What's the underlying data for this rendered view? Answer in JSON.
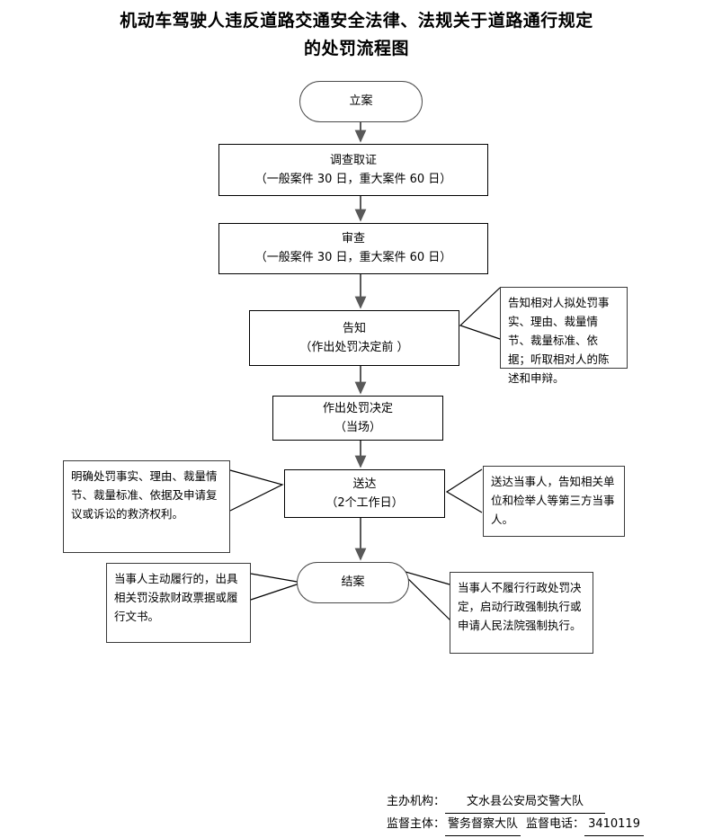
{
  "title": {
    "line1": "机动车驾驶人违反道路交通安全法律、法规关于道路通行规定",
    "line2": "的处罚流程图"
  },
  "nodes": [
    {
      "id": "filing",
      "shape": "terminator",
      "line1": "立案",
      "line2": ""
    },
    {
      "id": "investigation",
      "shape": "rect",
      "line1": "调查取证",
      "line2": "（一般案件 30 日，重大案件 60 日）"
    },
    {
      "id": "review",
      "shape": "rect",
      "line1": "审查",
      "line2": "（一般案件 30 日，重大案件 60 日）"
    },
    {
      "id": "notify",
      "shape": "rect",
      "line1": "告知",
      "line2": "（作出处罚决定前 ）"
    },
    {
      "id": "decision",
      "shape": "rect",
      "line1": "作出处罚决定",
      "line2": "（当场）"
    },
    {
      "id": "service",
      "shape": "rect",
      "line1": "送达",
      "line2": "（2个工作日）"
    },
    {
      "id": "closing",
      "shape": "terminator",
      "line1": "结案",
      "line2": ""
    }
  ],
  "notes": {
    "notify_note": "告知相对人拟处罚事实、理由、裁量情节、裁量标准、依据；听取相对人的陈述和申辩。",
    "service_left_note": "明确处罚事实、理由、裁量情节、裁量标准、依据及申请复议或诉讼的救济权利。",
    "service_right_note": "送达当事人，告知相关单位和检举人等第三方当事人。",
    "closing_left_note": "当事人主动履行的，出具相关罚没款财政票据或履行文书。",
    "closing_right_note": "当事人不履行行政处罚决定，启动行政强制执行或申请人民法院强制执行。"
  },
  "footer": {
    "org_label": "主办机构：",
    "org_value": "文水县公安局交警大队",
    "supervisor_label": "监督主体：",
    "supervisor_value": "警务督察大队",
    "phone_label": "监督电话：",
    "phone_value": "3410119"
  },
  "colors": {
    "ink": "#000000",
    "arrow": "#595959",
    "terminator_border": "#4a4a4a",
    "background": "#ffffff"
  }
}
